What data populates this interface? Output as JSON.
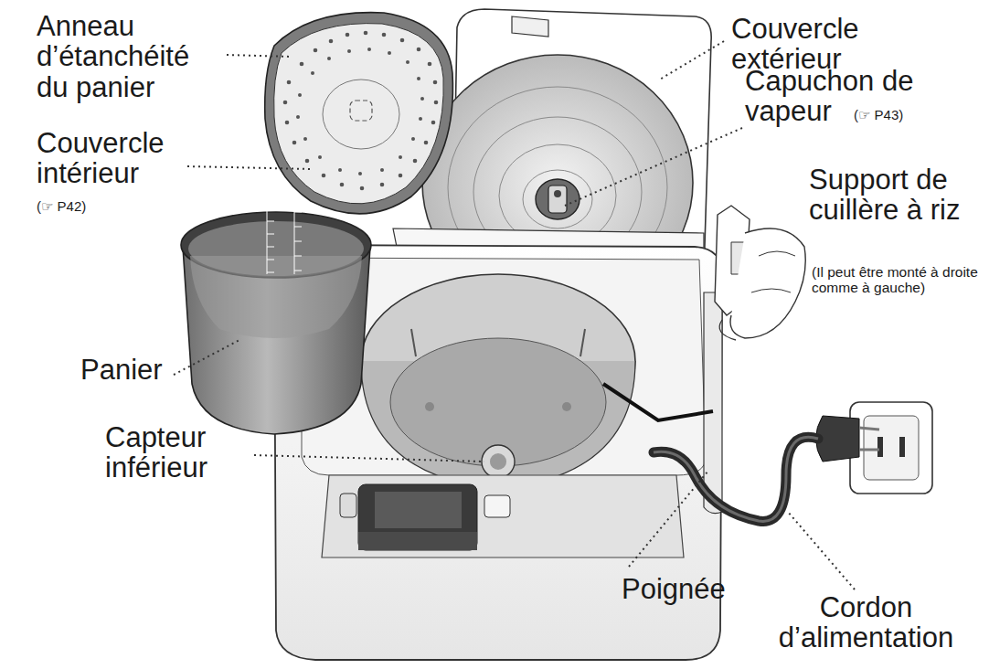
{
  "diagram": {
    "labels": [
      "Anneau d’étanchéité du panier",
      "Couvercle extérieur",
      "Capuchon de vapeur",
      "(☞ P43)",
      "Couvercle intérieur",
      "(☞ P42)",
      "Support de cuillère à riz",
      "(Il peut être monté à droite comme à gauche)",
      "Panier",
      "Capteur inférieur",
      "Poignée",
      "Cordon d’alimentation"
    ]
  }
}
